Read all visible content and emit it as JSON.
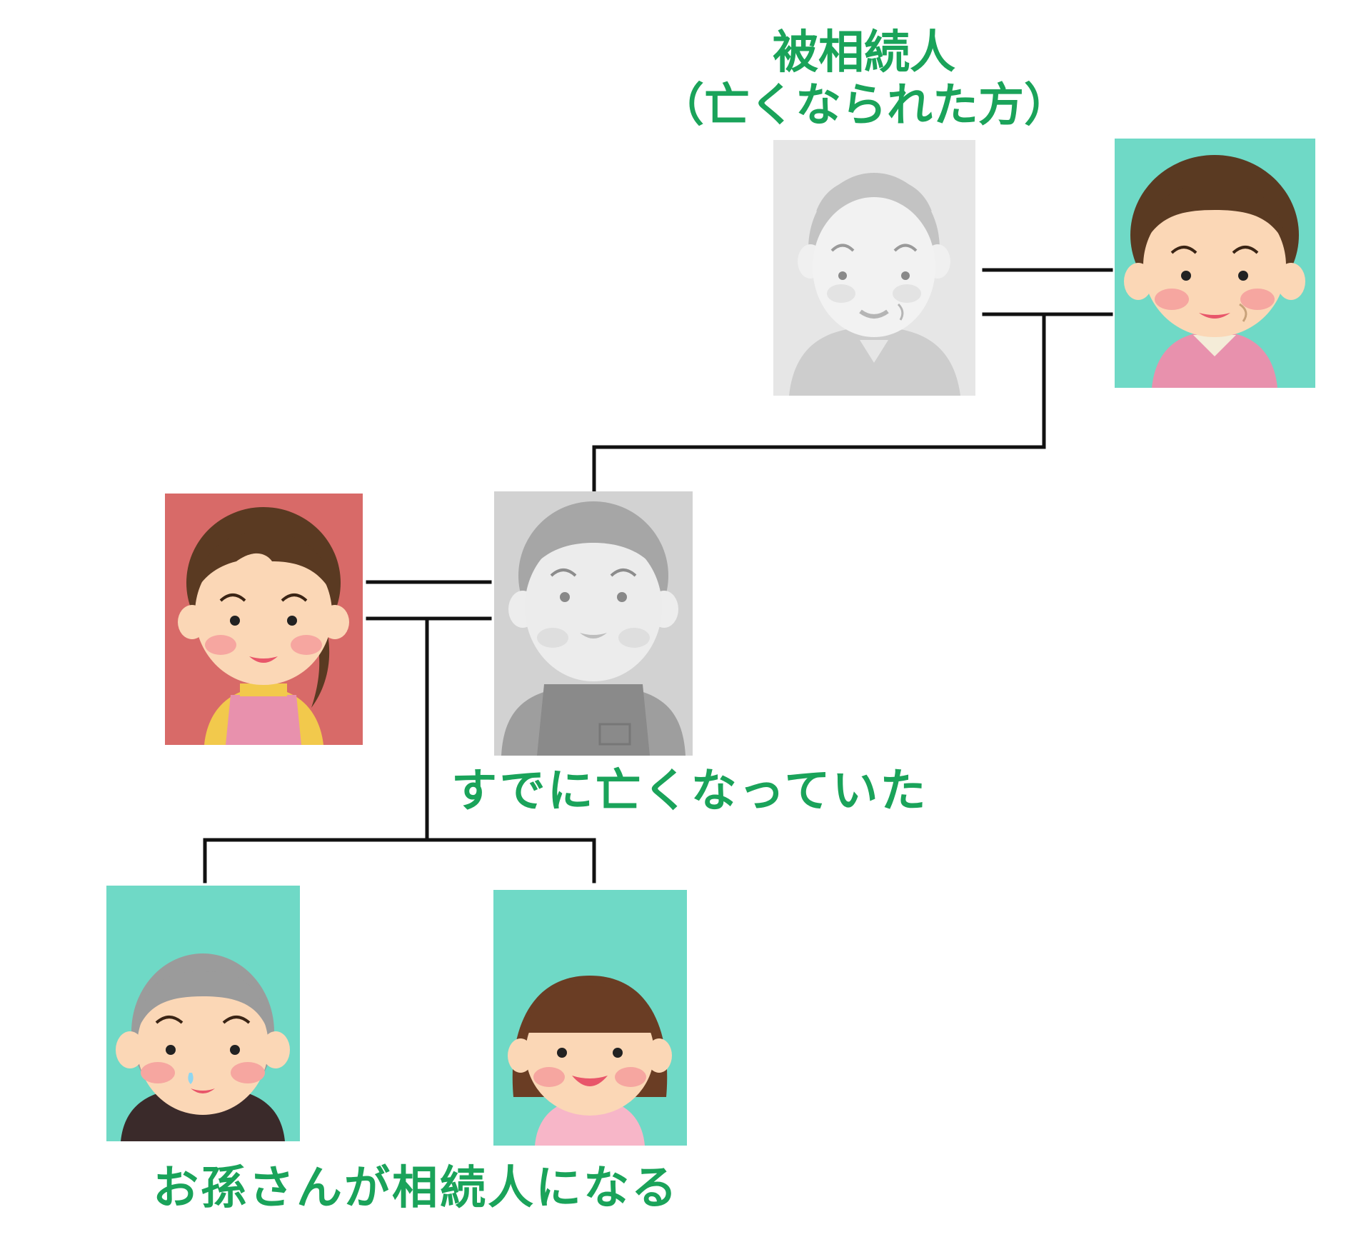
{
  "labels": {
    "deceased_line1": "被相続人",
    "deceased_line2": "（亡くなられた方）",
    "predeceased_child": "すでに亡くなっていた",
    "grandchildren": "お孫さんが相続人になる"
  },
  "colors": {
    "label_green": "#1aa35a",
    "line": "#111111",
    "teal_bg": "#6fd9c6",
    "red_bg": "#d86a68",
    "gray_bg_light": "#e6e6e6",
    "gray_bg_mid": "#d2d2d2",
    "skin": "#fbd7b6",
    "hair_brown": "#5a3a22",
    "hair_gray": "#9b9b9b"
  },
  "people": [
    {
      "id": "deceased-grandfather",
      "status": "deceased",
      "icon": "elderly-man-avatar-icon"
    },
    {
      "id": "grandmother",
      "status": "living",
      "icon": "elderly-woman-avatar-icon"
    },
    {
      "id": "daughter-in-law",
      "status": "living",
      "icon": "woman-apron-avatar-icon"
    },
    {
      "id": "predeceased-son",
      "status": "deceased",
      "icon": "man-overalls-avatar-icon"
    },
    {
      "id": "grandson",
      "status": "heir",
      "icon": "boy-avatar-icon"
    },
    {
      "id": "granddaughter",
      "status": "heir",
      "icon": "girl-avatar-icon"
    }
  ]
}
